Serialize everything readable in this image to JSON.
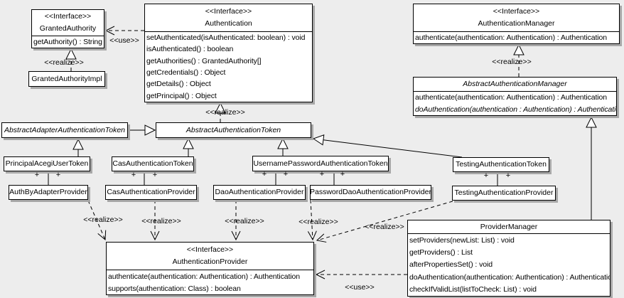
{
  "diagram": {
    "type": "uml-class-diagram",
    "background_color": "#ededed",
    "box_fill": "#ffffff",
    "box_border": "#000000",
    "box_shadow": "#a8a8a8"
  },
  "labels": {
    "interface": "<<Interface>>",
    "realize": "<<realize>>",
    "use": "<<use>>",
    "plus": "+"
  },
  "classes": {
    "granted_authority": {
      "stereotype": "<<Interface>>",
      "name": "GrantedAuthority",
      "methods": [
        "getAuthority() : String"
      ]
    },
    "granted_authority_impl": {
      "name": "GrantedAuthorityImpl"
    },
    "authentication": {
      "stereotype": "<<Interface>>",
      "name": "Authentication",
      "methods": [
        "setAuthenticated(isAuthenticated: boolean) : void",
        "isAuthenticated() : boolean",
        "getAuthorities() : GrantedAuthority[]",
        "getCredentials() : Object",
        "getDetails() : Object",
        "getPrincipal() : Object"
      ]
    },
    "authentication_manager": {
      "stereotype": "<<Interface>>",
      "name": "AuthenticationManager",
      "methods": [
        "authenticate(authentication: Authentication) : Authentication"
      ]
    },
    "abstract_authentication_manager": {
      "name": "AbstractAuthenticationManager",
      "abstract": true,
      "methods": [
        "authenticate(authentication: Authentication) : Authentication",
        "doAuthentication(authentication : Authentication) : Authentication"
      ]
    },
    "abstract_adapter_authentication_token": {
      "name": "AbstractAdapterAuthenticationToken",
      "abstract": true
    },
    "abstract_authentication_token": {
      "name": "AbstractAuthenticationToken",
      "abstract": true
    },
    "principal_acegi_user_token": {
      "name": "PrincipalAcegiUserToken"
    },
    "cas_authentication_token": {
      "name": "CasAuthenticationToken"
    },
    "username_password_authentication_token": {
      "name": "UsernamePasswordAuthenticationToken"
    },
    "testing_authentication_token": {
      "name": "TestingAuthenticationToken"
    },
    "auth_by_adapter_provider": {
      "name": "AuthByAdapterProvider"
    },
    "cas_authentication_provider": {
      "name": "CasAuthenticationProvider"
    },
    "dao_authentication_provider": {
      "name": "DaoAuthenticationProvider"
    },
    "password_dao_authentication_provider": {
      "name": "PasswordDaoAuthenticationProvider"
    },
    "testing_authentication_provider": {
      "name": "TestingAuthenticationProvider"
    },
    "authentication_provider": {
      "stereotype": "<<Interface>>",
      "name": "AuthenticationProvider",
      "methods": [
        "authenticate(authentication: Authentication) : Authentication",
        "supports(authentication: Class) : boolean"
      ]
    },
    "provider_manager": {
      "name": "ProviderManager",
      "methods": [
        "setProviders(newList: List) : void",
        "getProviders() : List",
        "afterPropertiesSet() : void",
        "doAuthentication(authentication: Authentication) : Authentication",
        "checkIfValidList(listToCheck: List) : void"
      ]
    }
  },
  "relationships": [
    {
      "type": "use",
      "from": "Authentication",
      "to": "GrantedAuthority"
    },
    {
      "type": "realize",
      "from": "GrantedAuthorityImpl",
      "to": "GrantedAuthority"
    },
    {
      "type": "realize",
      "from": "AbstractAuthenticationManager",
      "to": "AuthenticationManager"
    },
    {
      "type": "realize",
      "from": "AbstractAuthenticationToken",
      "to": "Authentication"
    },
    {
      "type": "generalization",
      "from": "AbstractAdapterAuthenticationToken",
      "to": "AbstractAuthenticationToken"
    },
    {
      "type": "generalization",
      "from": "PrincipalAcegiUserToken",
      "to": "AbstractAdapterAuthenticationToken"
    },
    {
      "type": "generalization",
      "from": "CasAuthenticationToken",
      "to": "AbstractAuthenticationToken"
    },
    {
      "type": "generalization",
      "from": "UsernamePasswordAuthenticationToken",
      "to": "AbstractAuthenticationToken"
    },
    {
      "type": "generalization",
      "from": "TestingAuthenticationToken",
      "to": "AbstractAuthenticationToken"
    },
    {
      "type": "generalization",
      "from": "ProviderManager",
      "to": "AbstractAuthenticationManager"
    },
    {
      "type": "association",
      "from": "PrincipalAcegiUserToken",
      "to": "AuthByAdapterProvider"
    },
    {
      "type": "association",
      "from": "CasAuthenticationToken",
      "to": "CasAuthenticationProvider"
    },
    {
      "type": "association",
      "from": "UsernamePasswordAuthenticationToken",
      "to": "DaoAuthenticationProvider"
    },
    {
      "type": "association",
      "from": "UsernamePasswordAuthenticationToken",
      "to": "PasswordDaoAuthenticationProvider"
    },
    {
      "type": "association",
      "from": "TestingAuthenticationToken",
      "to": "TestingAuthenticationProvider"
    },
    {
      "type": "realize",
      "from": "AuthByAdapterProvider",
      "to": "AuthenticationProvider"
    },
    {
      "type": "realize",
      "from": "CasAuthenticationProvider",
      "to": "AuthenticationProvider"
    },
    {
      "type": "realize",
      "from": "DaoAuthenticationProvider",
      "to": "AuthenticationProvider"
    },
    {
      "type": "realize",
      "from": "PasswordDaoAuthenticationProvider",
      "to": "AuthenticationProvider"
    },
    {
      "type": "realize",
      "from": "TestingAuthenticationProvider",
      "to": "AuthenticationProvider"
    },
    {
      "type": "use",
      "from": "ProviderManager",
      "to": "AuthenticationProvider"
    }
  ]
}
